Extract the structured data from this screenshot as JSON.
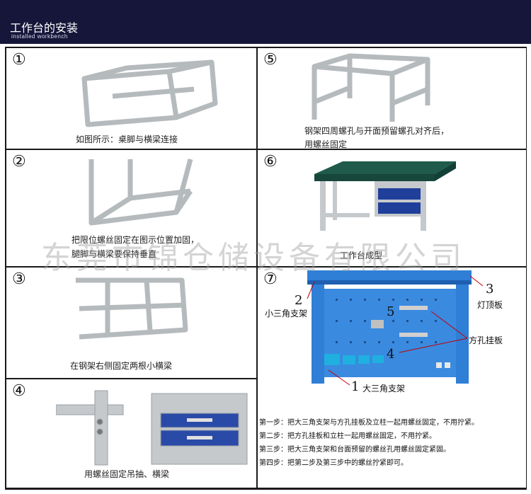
{
  "header": {
    "title": "工作台的安装",
    "subtitle": "installed  workbench"
  },
  "cells": [
    {
      "num": "①",
      "caption": "如图所示：桌脚与横梁连接"
    },
    {
      "num": "②",
      "caption_line1": "把限位螺丝固定在图示位置加固，",
      "caption_line2": "腿脚与横梁要保持垂直"
    },
    {
      "num": "③",
      "caption": "在钢架右侧固定两根小横梁"
    },
    {
      "num": "④",
      "caption": "用螺丝固定吊抽、横梁"
    },
    {
      "num": "⑤",
      "caption_line1": "钢架四周螺孔与开面预留螺孔对齐后，",
      "caption_line2": "用螺丝固定"
    },
    {
      "num": "⑥",
      "caption": "工作台成型"
    },
    {
      "num": "⑦"
    }
  ],
  "diagram7": {
    "labels": {
      "n2": "2",
      "small_bracket": "小三角支架",
      "n3": "3",
      "lamp_board": "灯顶板",
      "n5": "5",
      "square_pegboard": "方孔挂板",
      "n4": "4",
      "n1": "1",
      "large_bracket": "大三角支架"
    }
  },
  "steps": [
    "第一步：把大三角支架与方孔挂板及立柱一起用螺丝固定，不用拧紧。",
    "第二步：把方孔挂板和立柱一起用螺丝固定，不用拧紧。",
    "第三步：把大三角支架和台面预留的螺丝孔用螺丝固定紧固。",
    "第四步：把第二步及第三步中的螺丝拧紧即可。"
  ],
  "watermark": "东莞市锦仓储设备有限公司",
  "colors": {
    "header_bg": "#16163a",
    "frame_gray": "#c5c9cc",
    "table_top": "#1f5a4a",
    "pegboard_blue": "#2f7fd6",
    "drawer_blue": "#1f3f9a"
  }
}
